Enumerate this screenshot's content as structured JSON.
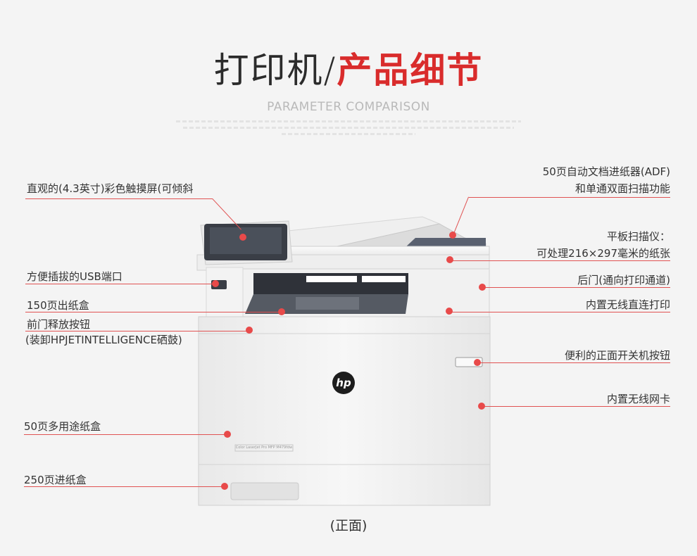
{
  "header": {
    "title_part1": "打印机/",
    "title_part2": "产品细节",
    "subtitle": "PARAMETER COMPARISON"
  },
  "callouts": {
    "touchscreen": "直观的(4.3英寸)彩色触摸屏(可倾斜",
    "adf_line1": "50页自动文档进纸器(ADF)",
    "adf_line2": "和单通双面扫描功能",
    "flatbed_line1": "平板扫描仪：",
    "flatbed_line2": "可处理216×297毫米的纸张",
    "usb": "方便插拔的USB端口",
    "rear_door": "后门(通向打印通道)",
    "output_tray": "150页出纸盒",
    "wireless_direct": "内置无线直连打印",
    "front_door_line1": "前门释放按钮",
    "front_door_line2": "(装卸HPJETINTELLIGENCE硒鼓)",
    "power_button": "便利的正面开关机按钮",
    "wireless_card": "内置无线网卡",
    "mp_tray": "50页多用途纸盒",
    "main_tray": "250页进纸盒"
  },
  "printer": {
    "logo_text": "hp",
    "model_label": "Color LaserJet Pro MFP M479fdw"
  },
  "caption": "(正面)",
  "colors": {
    "accent": "#d92c2c",
    "callout_line": "#e05252",
    "dot": "#e84a4a"
  }
}
